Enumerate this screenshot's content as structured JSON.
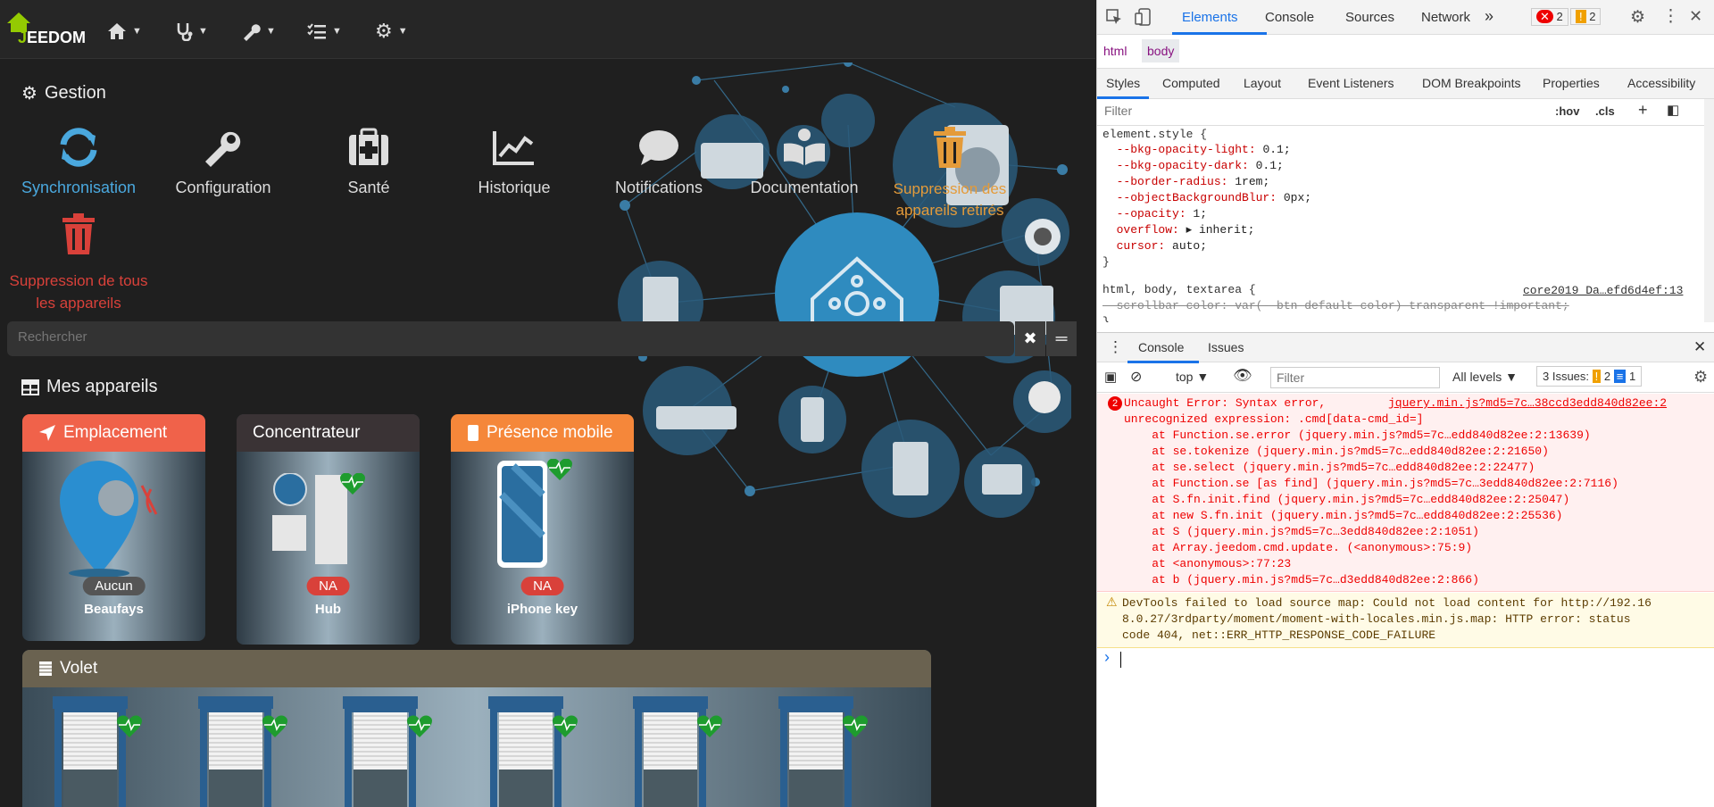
{
  "app": {
    "logo_text": "EEDOM",
    "menu": [
      "home-icon",
      "stethoscope-icon",
      "wrench-icon",
      "list-check-icon",
      "gear-icon"
    ],
    "gestion": {
      "title": "Gestion",
      "tiles": [
        {
          "label": "Synchronisation",
          "color": "#4aa8de"
        },
        {
          "label": "Configuration",
          "color": "#dddddd"
        },
        {
          "label": "Santé",
          "color": "#dddddd"
        },
        {
          "label": "Historique",
          "color": "#dddddd"
        },
        {
          "label": "Notifications",
          "color": "#dddddd"
        },
        {
          "label": "Documentation",
          "color": "#dddddd"
        },
        {
          "label": "Suppression des appareils retirés",
          "color": "#e49b3a"
        },
        {
          "label": "Suppression de tous les appareils",
          "color": "#d9413a"
        }
      ]
    },
    "search": {
      "placeholder": "Rechercher"
    },
    "mes_appareils": {
      "title": "Mes appareils"
    },
    "cards": [
      {
        "title": "Emplacement",
        "header_color": "#f0624a",
        "badge": "Aucun",
        "badge_color": "#555555",
        "name": "Beaufays"
      },
      {
        "title": "Concentrateur",
        "header_color": "#3a3335",
        "badge": "NA",
        "badge_color": "#d9413a",
        "name": "Hub"
      },
      {
        "title": "Présence mobile",
        "header_color": "#f5873a",
        "badge": "NA",
        "badge_color": "#d9413a",
        "name": "iPhone key"
      }
    ],
    "volet": {
      "title": "Volet",
      "header_color": "#6a6250",
      "count": 6
    }
  },
  "devtools": {
    "tabs": [
      "Elements",
      "Console",
      "Sources",
      "Network"
    ],
    "more": "»",
    "errors": "2",
    "warnings": "2",
    "breadcrumb": [
      "html",
      "body"
    ],
    "style_tabs": [
      "Styles",
      "Computed",
      "Layout",
      "Event Listeners",
      "DOM Breakpoints",
      "Properties",
      "Accessibility"
    ],
    "filter_placeholder": "Filter",
    "hov": ":hov",
    "cls": ".cls",
    "css_lines": [
      "element.style {",
      "  --bkg-opacity-light: 0.1;",
      "  --bkg-opacity-dark: 0.1;",
      "  --border-radius: 1rem;",
      "  --objectBackgroundBlur: 0px;",
      "  --opacity: 1;",
      "  overflow: ▸ inherit;",
      "  cursor: auto;",
      "}",
      "html, body, textarea {",
      "  scrollbar-color: var(--btn-default-color) transparent !important;",
      "}"
    ],
    "css_source": "core2019_Da…efd6d4ef:13",
    "console_tabs": [
      "Console",
      "Issues"
    ],
    "context": "top",
    "levels": "All levels",
    "issues": {
      "label": "3 Issues:",
      "warn": "2",
      "info": "1"
    },
    "error_lines": [
      "Uncaught Error: Syntax error,",
      "unrecognized expression: .cmd[data-cmd_id=]",
      "    at Function.se.error (jquery.min.js?md5=7c…edd840d82ee:2:13639)",
      "    at se.tokenize (jquery.min.js?md5=7c…edd840d82ee:2:21650)",
      "    at se.select (jquery.min.js?md5=7c…edd840d82ee:2:22477)",
      "    at Function.se [as find] (jquery.min.js?md5=7c…3edd840d82ee:2:7116)",
      "    at S.fn.init.find (jquery.min.js?md5=7c…edd840d82ee:2:25047)",
      "    at new S.fn.init (jquery.min.js?md5=7c…edd840d82ee:2:25536)",
      "    at S (jquery.min.js?md5=7c…3edd840d82ee:2:1051)",
      "    at Array.jeedom.cmd.update. (<anonymous>:75:9)",
      "    at <anonymous>:77:23",
      "    at b (jquery.min.js?md5=7c…d3edd840d82ee:2:866)"
    ],
    "error_source": "jquery.min.js?md5=7c…38ccd3edd840d82ee:2",
    "warn_lines": [
      "DevTools failed to load source map: Could not load content for http://192.16",
      "8.0.27/3rdparty/moment/moment-with-locales.min.js.map: HTTP error: status",
      "code 404, net::ERR_HTTP_RESPONSE_CODE_FAILURE"
    ],
    "prompt": "›"
  }
}
